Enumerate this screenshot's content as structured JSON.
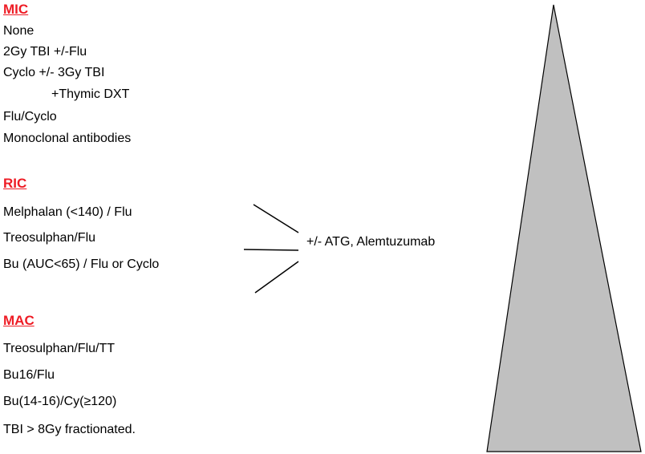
{
  "colors": {
    "heading": "#ee1c25",
    "triangle_fill": "#c0c0c0",
    "triangle_stroke": "#000000",
    "text": "#000000"
  },
  "groups": [
    {
      "heading": "MIC",
      "items": [
        {
          "text": "None",
          "indent": false
        },
        {
          "text": "2Gy TBI +/-Flu",
          "indent": false
        },
        {
          "text": "Cyclo +/- 3Gy TBI",
          "indent": false
        },
        {
          "text": "+Thymic DXT",
          "indent": true
        },
        {
          "text": "Flu/Cyclo",
          "indent": false
        },
        {
          "text": "Monoclonal antibodies",
          "indent": false
        }
      ]
    },
    {
      "heading": "RIC",
      "items": [
        {
          "text": "Melphalan (<140) / Flu",
          "indent": false
        },
        {
          "text": "Treosulphan/Flu",
          "indent": false
        },
        {
          "text": "Bu (AUC<65) / Flu or Cyclo",
          "indent": false
        }
      ]
    },
    {
      "heading": "MAC",
      "items": [
        {
          "text": "Treosulphan/Flu/TT",
          "indent": false
        },
        {
          "text": "Bu16/Flu",
          "indent": false
        },
        {
          "text": "Bu(14-16)/Cy(≥120)",
          "indent": false
        },
        {
          "text": "TBI > 8Gy fractionated.",
          "indent": false
        }
      ]
    }
  ],
  "connector": {
    "label": "+/- ATG, Alemtuzumab"
  }
}
